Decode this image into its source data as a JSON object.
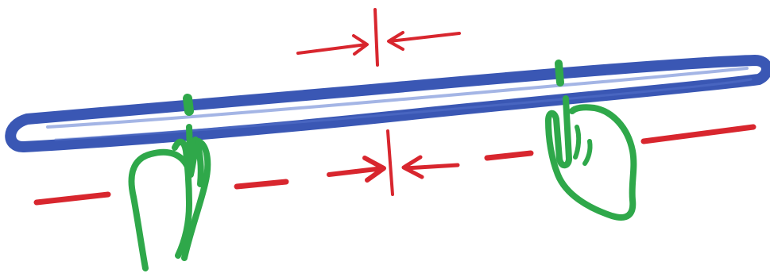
{
  "colors": {
    "background": "#ffffff",
    "band": "#3a57b4",
    "band_highlight": "#5a78cf",
    "hands": "#2fa84a",
    "center_marks": "#d8262e"
  },
  "elements": {
    "rubber_band": "band",
    "left_hand": "hand",
    "right_hand": "hand",
    "center_line": "dashed-line",
    "top_arrows": "arrow-pair",
    "bottom_arrows": "arrow-pair"
  }
}
